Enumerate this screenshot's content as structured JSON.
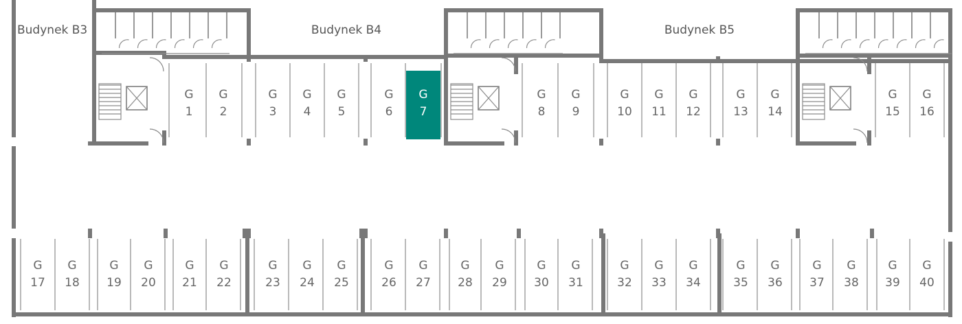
{
  "buildings": [
    {
      "label": "Budynek B3"
    },
    {
      "label": "Budynek B4"
    },
    {
      "label": "Budynek B5"
    }
  ],
  "garage_prefix": "G",
  "colors": {
    "highlight": "#00877b",
    "wall": "#787878",
    "text": "#666666"
  },
  "selected_spot": "7",
  "spots_top": [
    {
      "num": "1"
    },
    {
      "num": "2"
    },
    {
      "num": "3"
    },
    {
      "num": "4"
    },
    {
      "num": "5"
    },
    {
      "num": "6"
    },
    {
      "num": "7"
    },
    {
      "num": "8"
    },
    {
      "num": "9"
    },
    {
      "num": "10"
    },
    {
      "num": "11"
    },
    {
      "num": "12"
    },
    {
      "num": "13"
    },
    {
      "num": "14"
    },
    {
      "num": "15"
    },
    {
      "num": "16"
    }
  ],
  "spots_bottom": [
    {
      "num": "17"
    },
    {
      "num": "18"
    },
    {
      "num": "19"
    },
    {
      "num": "20"
    },
    {
      "num": "21"
    },
    {
      "num": "22"
    },
    {
      "num": "23"
    },
    {
      "num": "24"
    },
    {
      "num": "25"
    },
    {
      "num": "26"
    },
    {
      "num": "27"
    },
    {
      "num": "28"
    },
    {
      "num": "29"
    },
    {
      "num": "30"
    },
    {
      "num": "31"
    },
    {
      "num": "32"
    },
    {
      "num": "33"
    },
    {
      "num": "34"
    },
    {
      "num": "35"
    },
    {
      "num": "36"
    },
    {
      "num": "37"
    },
    {
      "num": "38"
    },
    {
      "num": "39"
    },
    {
      "num": "40"
    }
  ]
}
